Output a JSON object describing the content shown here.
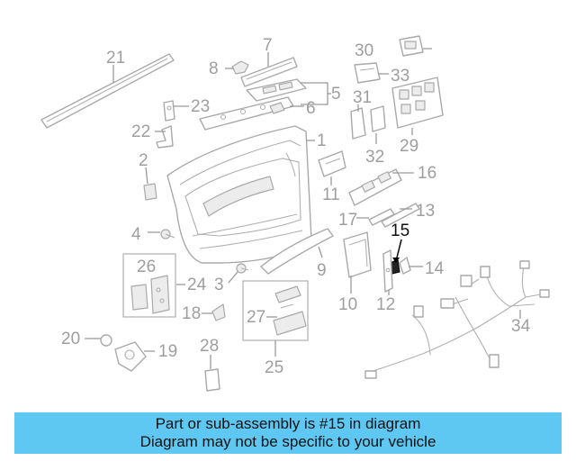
{
  "diagram": {
    "highlighted_callout": "15",
    "callouts": [
      "21",
      "7",
      "8",
      "5",
      "6",
      "23",
      "22",
      "1",
      "2",
      "30",
      "33",
      "31",
      "32",
      "29",
      "16",
      "11",
      "17",
      "13",
      "15",
      "4",
      "26",
      "24",
      "3",
      "9",
      "10",
      "12",
      "14",
      "27",
      "25",
      "18",
      "20",
      "19",
      "28",
      "34"
    ]
  },
  "banner": {
    "line1": "Part or sub-assembly is #15 in diagram",
    "line2": "Diagram may not be specific to your vehicle",
    "background": "#5ec8f2"
  }
}
